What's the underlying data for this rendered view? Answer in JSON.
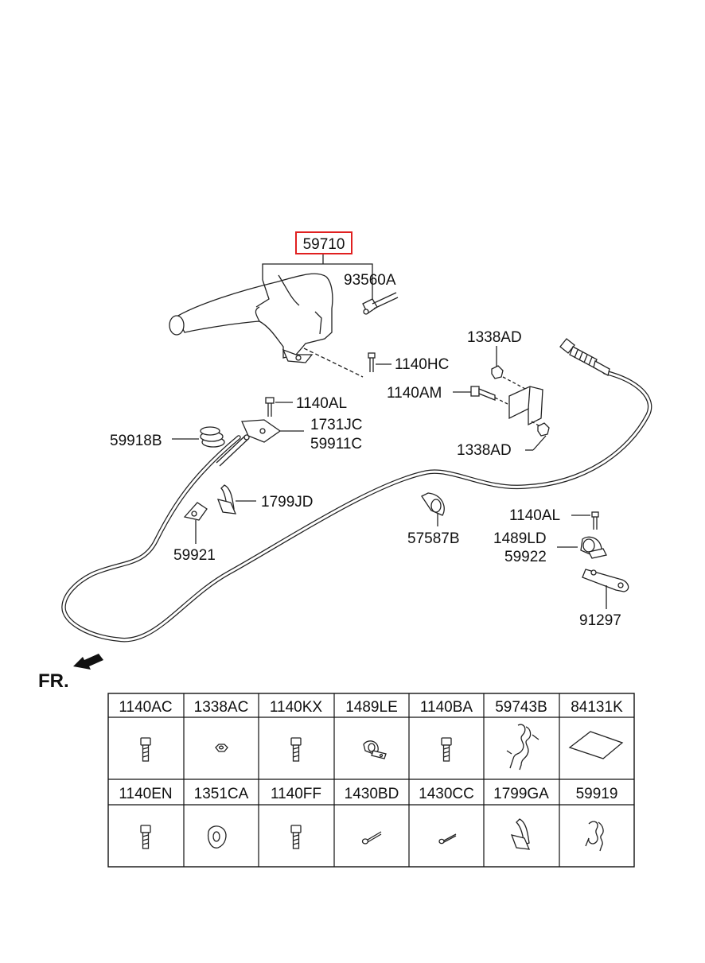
{
  "callouts": {
    "handle": "59710",
    "c93560A": "93560A",
    "c1140HC": "1140HC",
    "c1338AD_top": "1338AD",
    "c1140AM": "1140AM",
    "c1338AD_bottom": "1338AD",
    "c1140AL_left": "1140AL",
    "c1731JC": "1731JC",
    "c59911C": "59911C",
    "c59918B": "59918B",
    "c1799JD": "1799JD",
    "c59921": "59921",
    "c57587B": "57587B",
    "c1140AL_right": "1140AL",
    "c1489LD": "1489LD",
    "c59922": "59922",
    "c91297": "91297"
  },
  "direction_label": "FR.",
  "highlight_color": "#e02020",
  "parts_table": {
    "row1": [
      "1140AC",
      "1338AC",
      "1140KX",
      "1489LE",
      "1140BA",
      "59743B",
      "84131K"
    ],
    "row2": [
      "1140EN",
      "1351CA",
      "1140FF",
      "1430BD",
      "1430CC",
      "1799GA",
      "59919"
    ],
    "icons_row1": [
      "bolt-icon",
      "nut-icon",
      "bolt-icon",
      "clamp-icon",
      "bolt-icon",
      "wire-clip-icon",
      "pad-icon"
    ],
    "icons_row2": [
      "bolt-icon",
      "washer-icon",
      "bolt-icon",
      "pin-icon",
      "pin-icon",
      "cable-tie-icon",
      "spring-clip-icon"
    ]
  }
}
